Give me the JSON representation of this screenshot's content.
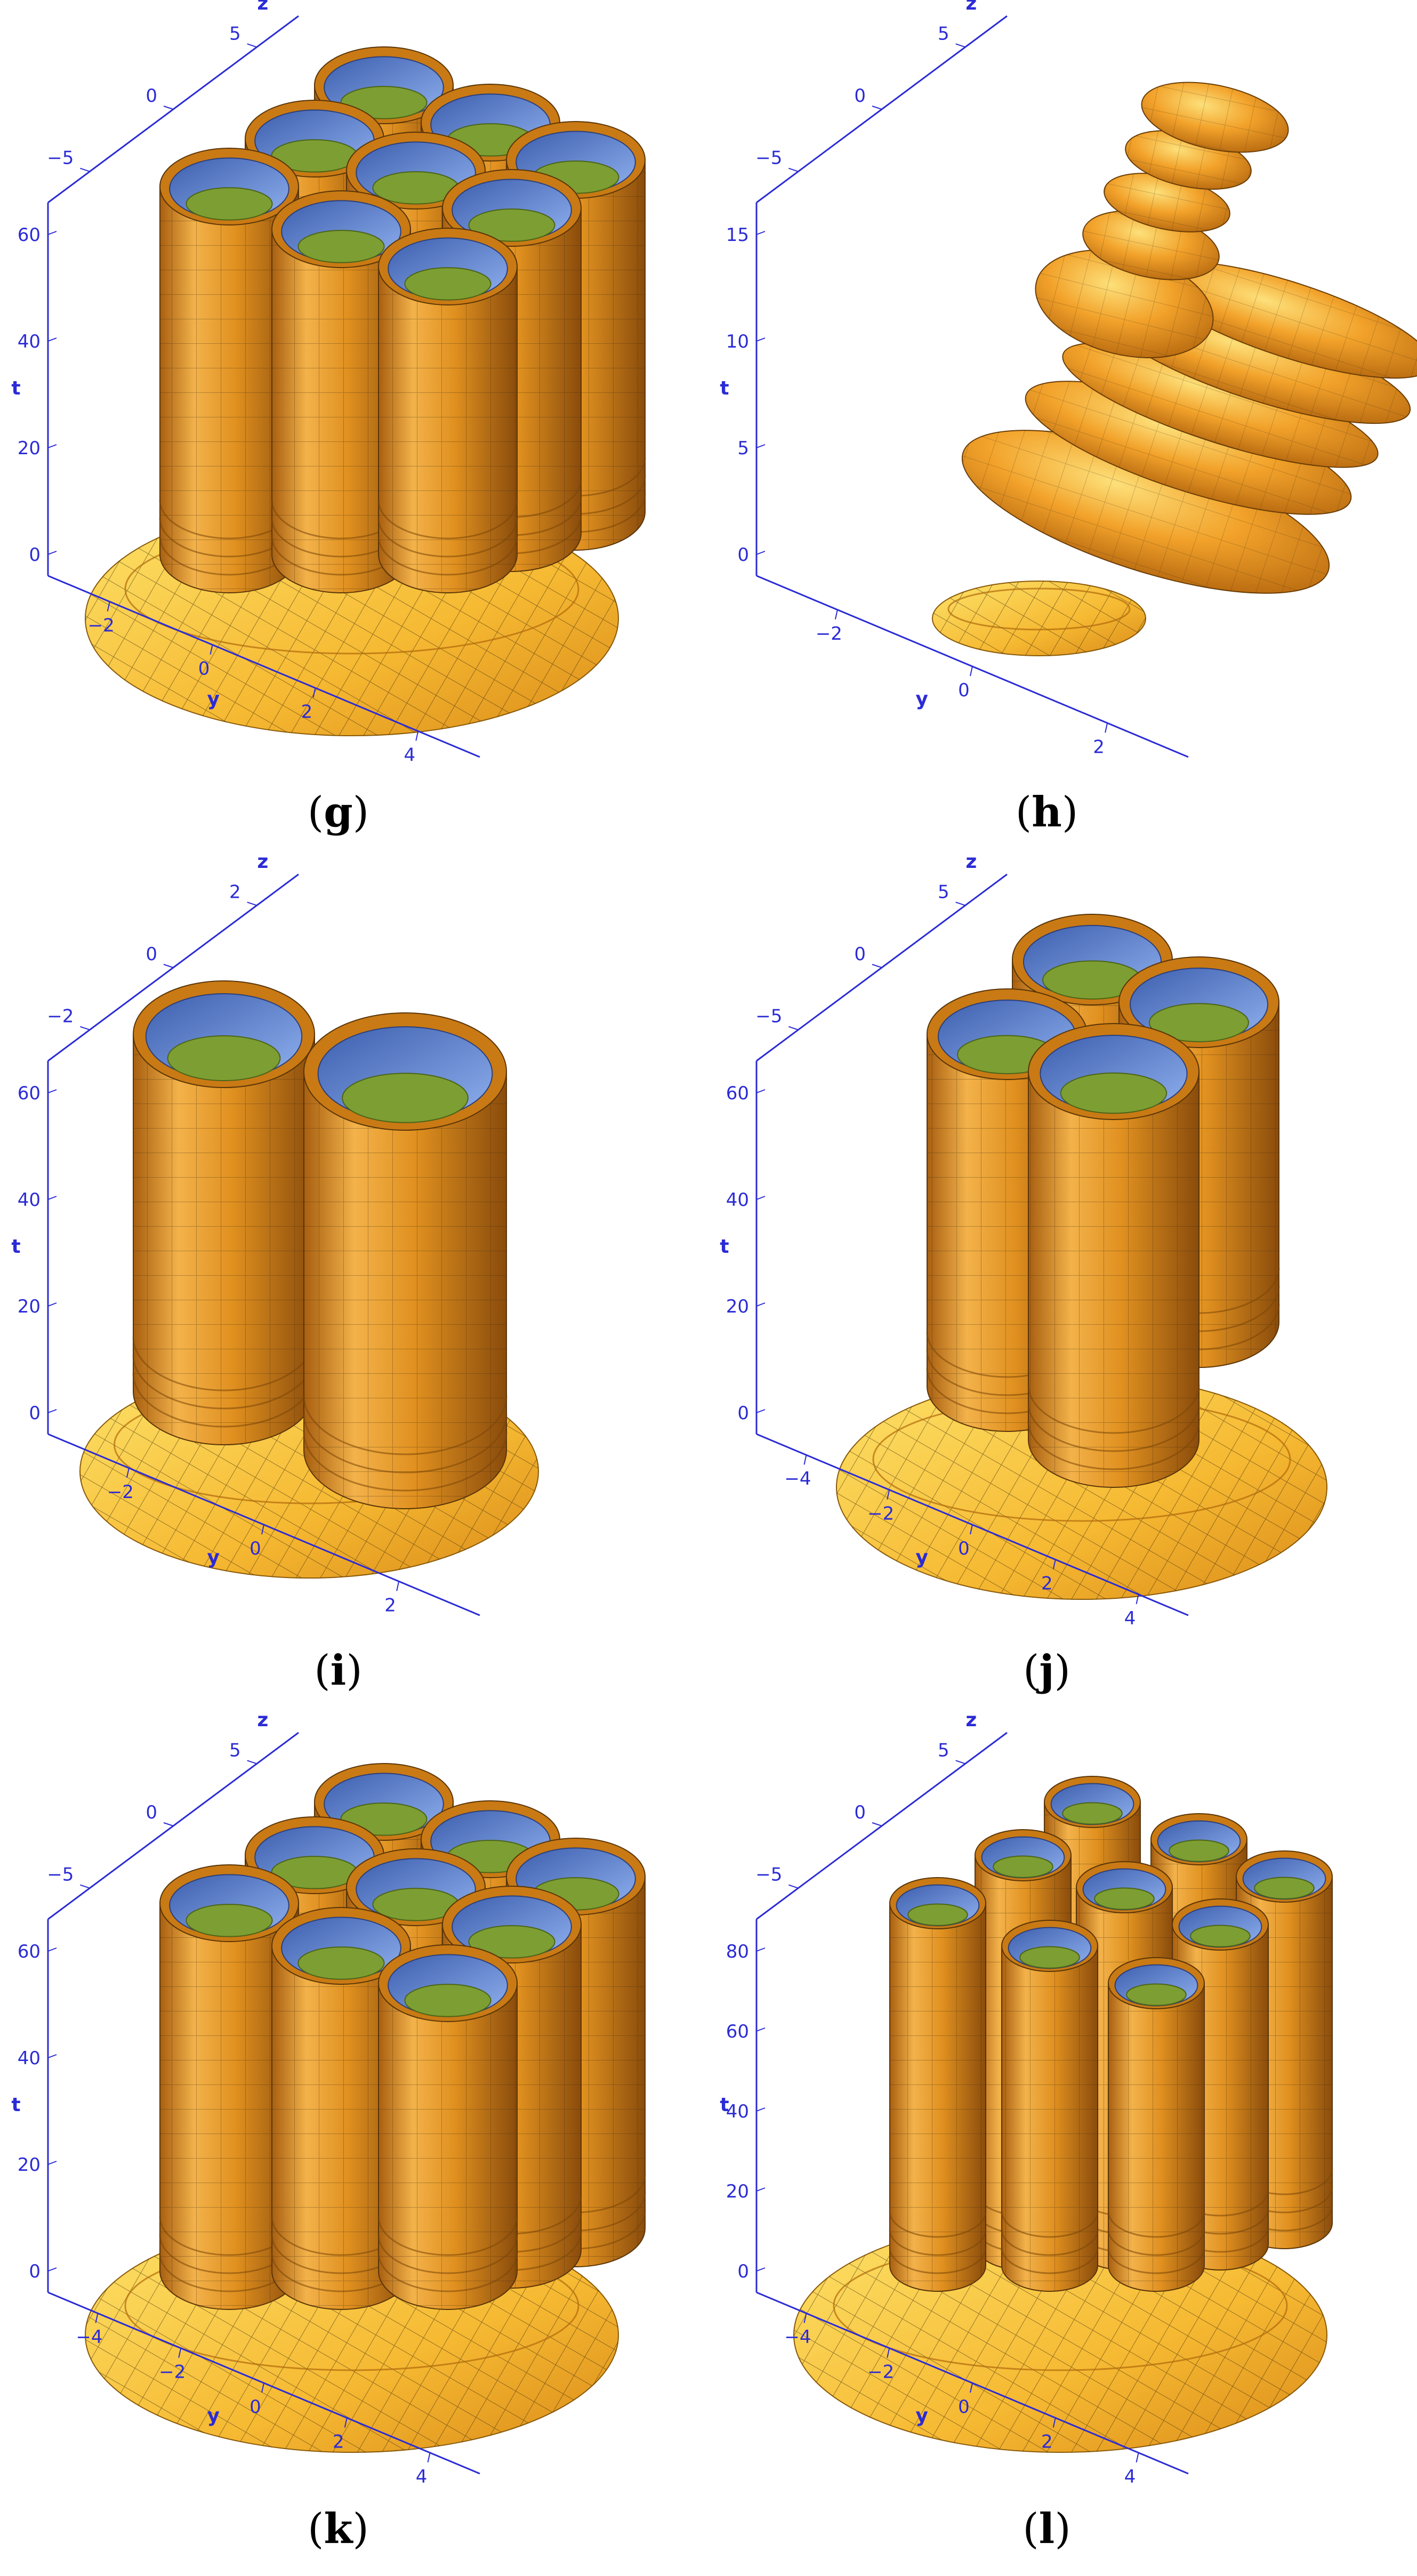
{
  "figure": {
    "panels": [
      {
        "id": "g",
        "caption": "g",
        "z_ticks": [
          "5",
          "0",
          "−5"
        ],
        "t_ticks": [
          "60",
          "40",
          "20",
          "0"
        ],
        "y_ticks": [
          "−2",
          "0",
          "2",
          "4"
        ],
        "axis_labels": {
          "z": "z",
          "t": "t",
          "y": "y"
        },
        "surface": "tubes-grid-3x3"
      },
      {
        "id": "h",
        "caption": "h",
        "z_ticks": [
          "5",
          "0",
          "−5"
        ],
        "t_ticks": [
          "15",
          "10",
          "5",
          "0"
        ],
        "y_ticks": [
          "−2",
          "0",
          "2"
        ],
        "axis_labels": {
          "z": "z",
          "t": "t",
          "y": "y"
        },
        "surface": "ellipsoids-stack"
      },
      {
        "id": "i",
        "caption": "i",
        "z_ticks": [
          "2",
          "0",
          "−2"
        ],
        "t_ticks": [
          "60",
          "40",
          "20",
          "0"
        ],
        "y_ticks": [
          "−2",
          "0",
          "2"
        ],
        "axis_labels": {
          "z": "z",
          "t": "t",
          "y": "y"
        },
        "surface": "tubes-pair"
      },
      {
        "id": "j",
        "caption": "j",
        "z_ticks": [
          "5",
          "0",
          "−5"
        ],
        "t_ticks": [
          "60",
          "40",
          "20",
          "0"
        ],
        "y_ticks": [
          "−4",
          "−2",
          "0",
          "2",
          "4"
        ],
        "axis_labels": {
          "z": "z",
          "t": "t",
          "y": "y"
        },
        "surface": "tubes-quad"
      },
      {
        "id": "k",
        "caption": "k",
        "z_ticks": [
          "5",
          "0",
          "−5"
        ],
        "t_ticks": [
          "60",
          "40",
          "20",
          "0"
        ],
        "y_ticks": [
          "−4",
          "−2",
          "0",
          "2",
          "4"
        ],
        "axis_labels": {
          "z": "z",
          "t": "t",
          "y": "y"
        },
        "surface": "tubes-grid-3x3"
      },
      {
        "id": "l",
        "caption": "l",
        "z_ticks": [
          "5",
          "0",
          "−5"
        ],
        "t_ticks": [
          "80",
          "60",
          "40",
          "20",
          "0"
        ],
        "y_ticks": [
          "−4",
          "−2",
          "0",
          "2",
          "4"
        ],
        "axis_labels": {
          "z": "z",
          "t": "t",
          "y": "y"
        },
        "surface": "tubes-grid-3x3-thin"
      }
    ],
    "colors": {
      "axis": "#2b2bd6",
      "tube_outer": "#d9861a",
      "tube_outer_light": "#f3b24a",
      "tube_inner": "#5d86d8",
      "tube_core": "#7d9e32",
      "skirt": "#f7c432",
      "skirt_light": "#fde36a",
      "mesh": "#3a2a10"
    }
  }
}
